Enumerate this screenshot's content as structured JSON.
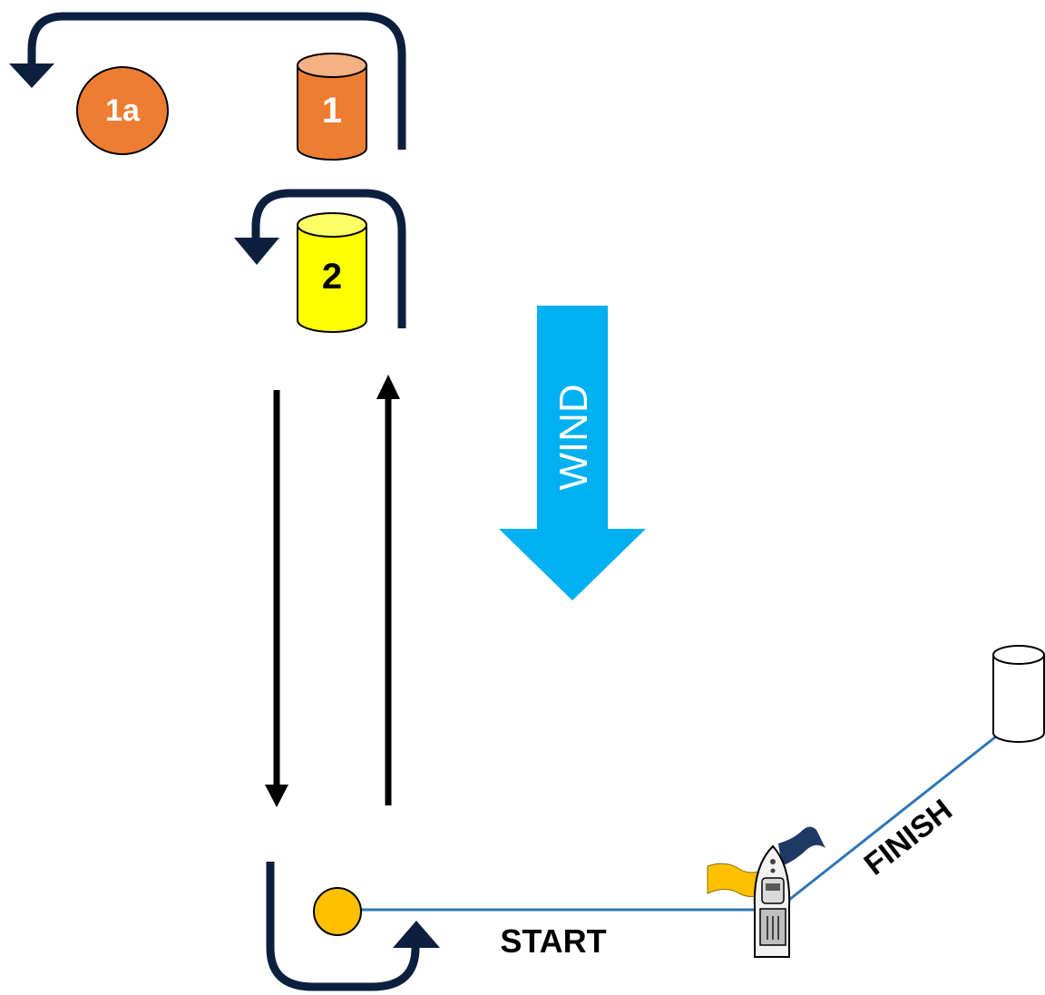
{
  "marks": {
    "mark_1": {
      "label": "1",
      "color": "#ED7D31",
      "top_color": "#F4B183"
    },
    "mark_1a": {
      "label": "1a",
      "color": "#ED7D31"
    },
    "mark_2": {
      "label": "2",
      "color": "#FFFF00",
      "top_color": "#FFFF66"
    },
    "start_mark": {
      "color": "#FFC000"
    },
    "finish_mark": {
      "color": "#FFFFFF"
    }
  },
  "wind": {
    "label": "WIND",
    "color": "#00B0F0"
  },
  "lines": {
    "start_label": "START",
    "finish_label": "FINISH",
    "line_color": "#2E75B6"
  },
  "course_arrow_color": "#0C1F3F",
  "leg_arrow_color": "#000000",
  "committee_boat": {
    "flag_yellow": "#FFC000",
    "flag_blue": "#1F3864"
  }
}
